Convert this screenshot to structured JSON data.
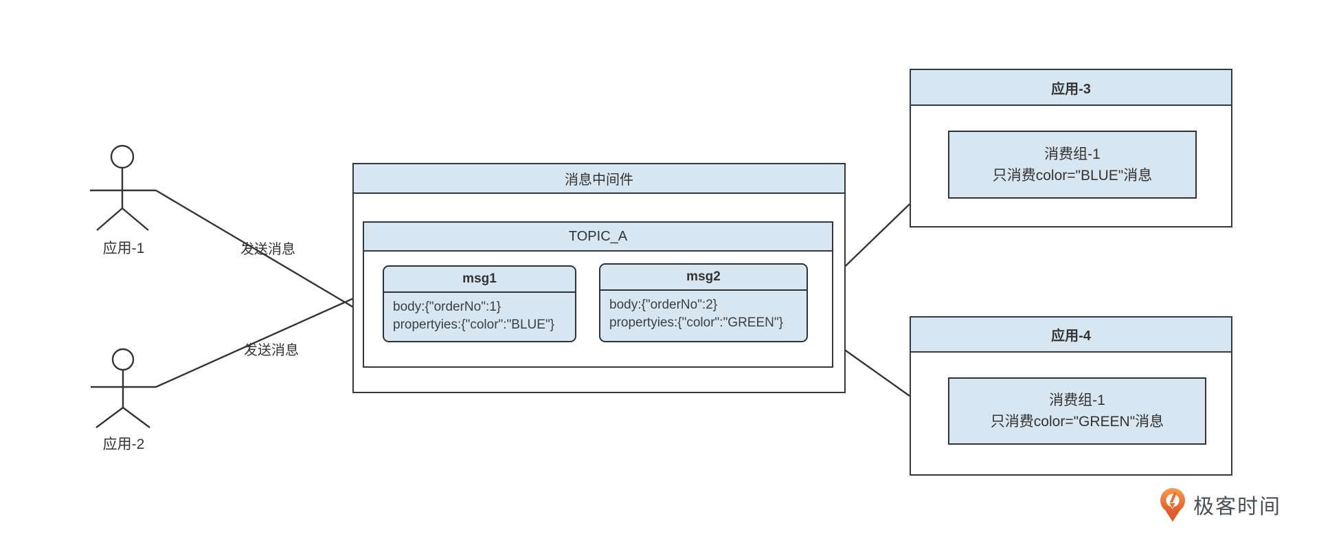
{
  "colors": {
    "box_fill_blue": "#d7e6f0",
    "border_dark": "#33383d",
    "line_dark": "#333333",
    "text_dark": "#333333",
    "logo_orange": "#ed7a33",
    "logo_orange_deep": "#e25b2c",
    "logo_text_gray": "#4a4f55"
  },
  "actors": [
    {
      "label": "应用-1",
      "icon": "stick-figure-icon"
    },
    {
      "label": "应用-2",
      "icon": "stick-figure-icon"
    }
  ],
  "send_labels": [
    {
      "text": "发送消息"
    },
    {
      "text": "发送消息"
    }
  ],
  "middleware": {
    "title": "消息中间件",
    "topic": {
      "title": "TOPIC_A",
      "messages": [
        {
          "title": "msg1",
          "body_line": "body:{\"orderNo\":1}",
          "properties_line": "propertyies:{\"color\":\"BLUE\"}"
        },
        {
          "title": "msg2",
          "body_line": "body:{\"orderNo\":2}",
          "properties_line": "propertyies:{\"color\":\"GREEN\"}"
        }
      ]
    }
  },
  "consumers": [
    {
      "title": "应用-3",
      "group_name": "消费组-1",
      "group_rule": "只消费color=\"BLUE\"消息"
    },
    {
      "title": "应用-4",
      "group_name": "消费组-1",
      "group_rule": "只消费color=\"GREEN\"消息"
    }
  ],
  "logo": {
    "text": "极客时间",
    "icon": "geektime-pin-icon"
  }
}
